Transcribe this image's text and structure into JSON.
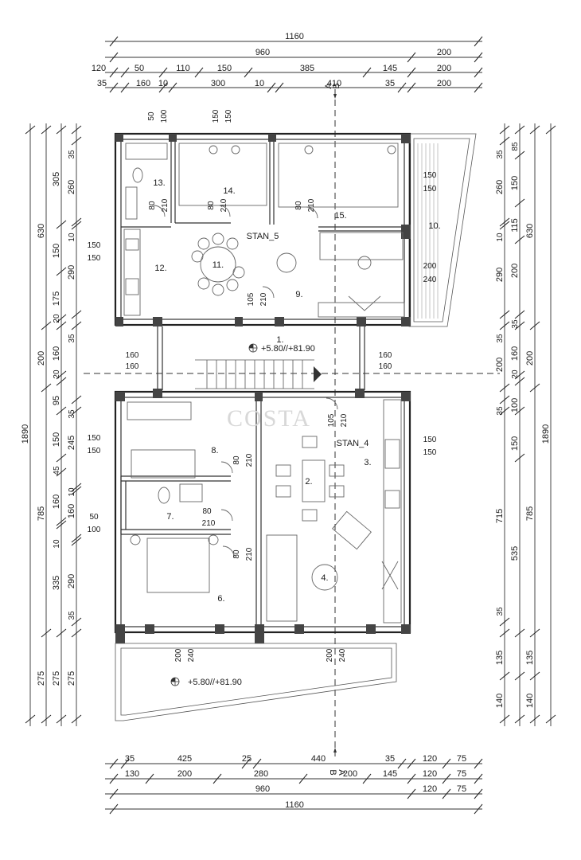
{
  "dimensions": {
    "top_total": "1160",
    "top_row1": [
      "960",
      "200"
    ],
    "top_row2": [
      "120",
      "50",
      "110",
      "150",
      "385",
      "145",
      "200"
    ],
    "top_row3": [
      "35",
      "160",
      "10",
      "300",
      "10",
      "410",
      "35",
      "200"
    ],
    "bottom_row1": [
      "35",
      "425",
      "25",
      "440",
      "35",
      "120",
      "75"
    ],
    "bottom_row2": [
      "130",
      "200",
      "280",
      "200",
      "145",
      "120",
      "75"
    ],
    "bottom_row3": [
      "960",
      "120",
      "75"
    ],
    "bottom_total": "1160",
    "left_outer": "1890",
    "left_mid": [
      "630",
      "200",
      "785",
      "275"
    ],
    "left_inner1": [
      "305",
      "150",
      "175",
      "20",
      "160",
      "20",
      "95",
      "150",
      "45",
      "160",
      "10",
      "335",
      "275"
    ],
    "left_inner2": [
      "35",
      "260",
      "10",
      "290",
      "35",
      "35",
      "245",
      "10",
      "160",
      "290",
      "35",
      "275"
    ],
    "right_outer": "1890",
    "right_mid": [
      "630",
      "200",
      "785"
    ],
    "right_inner1": [
      "35",
      "260",
      "10",
      "290",
      "35",
      "200",
      "35",
      "150",
      "715",
      "35",
      "135",
      "140"
    ],
    "right_inner2": [
      "85",
      "150",
      "115",
      "200",
      "35",
      "20",
      "160",
      "100",
      "535",
      "135",
      "140"
    ]
  },
  "openings": {
    "w50_100": [
      "50",
      "100"
    ],
    "w150_150": [
      "150",
      "150"
    ],
    "w80_210": [
      "80",
      "210"
    ],
    "w105_210": [
      "105",
      "210"
    ],
    "w150_150b": [
      "150",
      "150"
    ],
    "w200_240": [
      "200",
      "240"
    ],
    "w160_160": [
      "160",
      "160"
    ],
    "w50_100b": [
      "50",
      "100"
    ]
  },
  "rooms": {
    "r1": "1.",
    "r2": "2.",
    "r3": "3.",
    "r4": "4.",
    "r6": "6.",
    "r7": "7.",
    "r8": "8.",
    "r9": "9.",
    "r10": "10.",
    "r11": "11.",
    "r12": "12.",
    "r13": "13.",
    "r14": "14.",
    "r15": "15."
  },
  "units": {
    "upper": "STAN_5",
    "lower": "STAN_4"
  },
  "levels": {
    "landing": "+5.80//+81.90",
    "terrace": "+5.80//+81.90"
  },
  "sections": {
    "a_top": "A",
    "b_top": "B",
    "a_bottom": "A",
    "b_bottom": "B"
  },
  "watermark": "COSTA"
}
